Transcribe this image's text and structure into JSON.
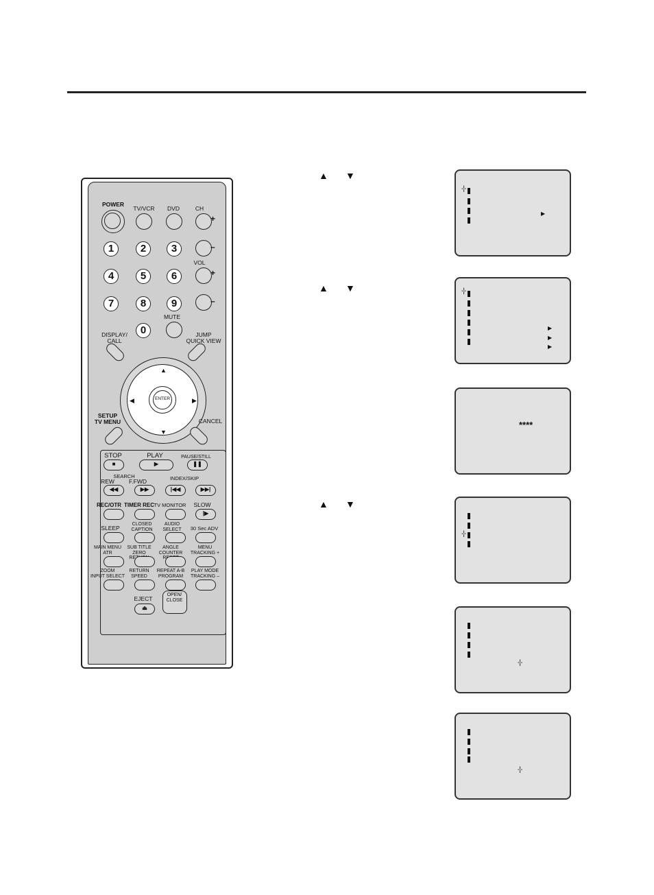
{
  "remote": {
    "power": "POWER",
    "tv_vcr": "TV/VCR",
    "dvd": "DVD",
    "ch": "CH",
    "vol": "VOL",
    "mute": "MUTE",
    "plus": "+",
    "minus": "–",
    "digits": [
      "1",
      "2",
      "3",
      "4",
      "5",
      "6",
      "7",
      "8",
      "9",
      "0"
    ],
    "display_call": "DISPLAY/\nCALL",
    "jump_quick_view": "JUMP\nQUICK VIEW",
    "enter": "ENTER",
    "setup_tv_menu": "SETUP\nTV MENU",
    "cancel": "CANCEL",
    "stop": "STOP",
    "play": "PLAY",
    "pause_still": "PAUSE/STILL",
    "search": "SEARCH",
    "rew": "REW",
    "ffwd": "F.FWD",
    "index_skip": "INDEX/SKIP",
    "rec_otr": "REC/OTR",
    "timer_rec": "TIMER REC",
    "tv_monitor": "TV MONITOR",
    "slow": "SLOW",
    "sleep": "SLEEP",
    "closed_caption": "CLOSED\nCAPTION",
    "audio_select": "AUDIO\nSELECT",
    "sec_adv": "30 Sec ADV",
    "main_menu_atr": "MAIN MENU\nATR",
    "sub_title": "SUB TITLE\nZERO RETURN",
    "angle": "ANGLE\nCOUNTER RESET",
    "menu_tracking_plus": "MENU\nTRACKING +",
    "zoom": "ZOOM\nINPUT SELECT",
    "return_speed": "RETURN\nSPEED",
    "repeat_program": "REPEAT A-B\nPROGRAM",
    "play_mode": "PLAY MODE\nTRACKING –",
    "eject": "EJECT",
    "open_close": "OPEN/\nCLOSE"
  },
  "steps": {
    "up_arrow": "▲",
    "down_arrow": "▼"
  },
  "screens": {
    "pin_mask": "****"
  }
}
